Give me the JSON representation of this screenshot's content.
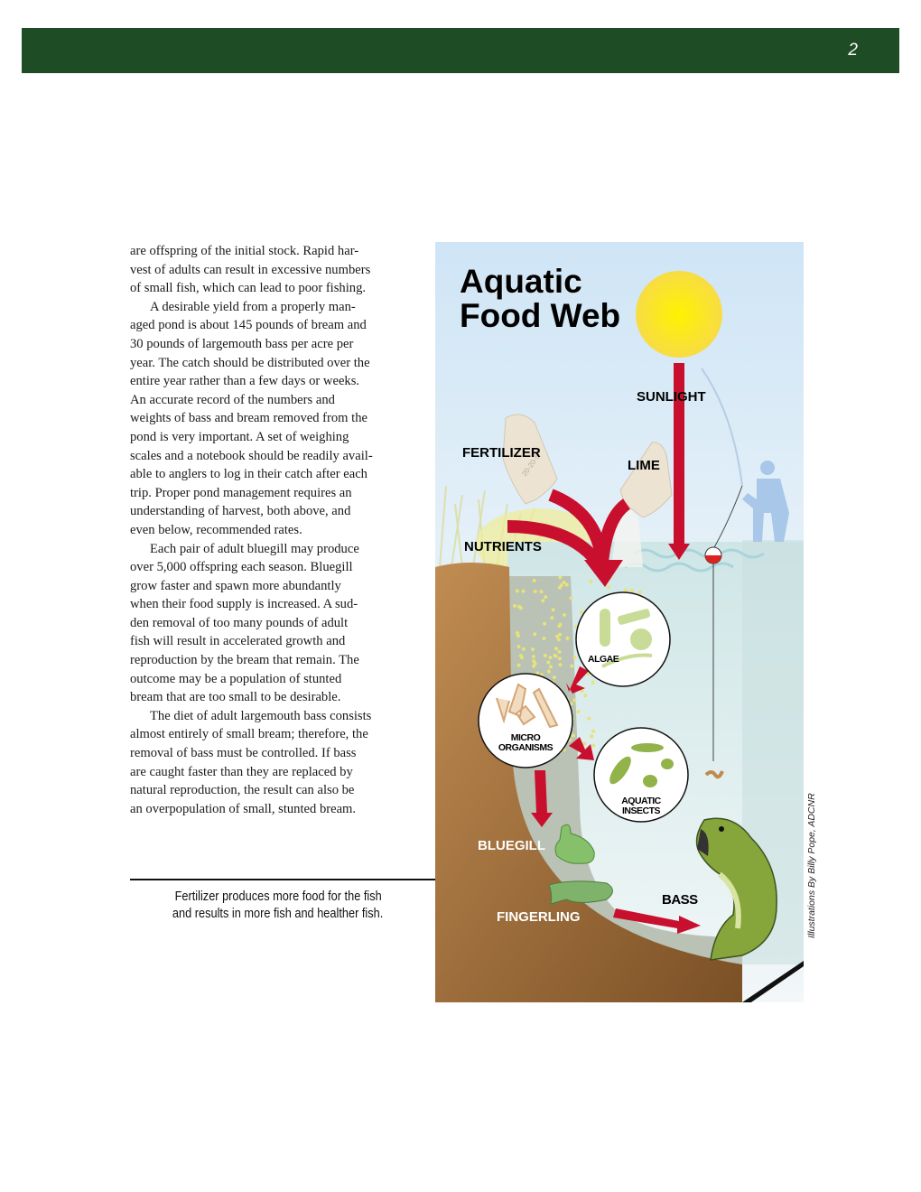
{
  "header": {
    "page_number": "2",
    "bar_color": "#1e4c25"
  },
  "body": {
    "paragraphs": [
      {
        "lines": [
          "are offspring of the initial stock. Rapid har-",
          "vest of adults can result in excessive numbers",
          "of small fish, which can lead to poor fishing."
        ]
      },
      {
        "lines": [
          "A desirable yield from a properly man-",
          "aged pond is about 145 pounds of bream and",
          "30 pounds of largemouth bass per acre per",
          "year. The catch should be distributed over the",
          "entire year rather than a few days or weeks.",
          "An accurate record of the numbers and",
          "weights of bass and bream removed from the",
          "pond is very important. A set of weighing",
          "scales and a notebook should be readily avail-",
          "able to anglers to log in their catch after each",
          "trip. Proper pond management requires an",
          "understanding of harvest, both above, and",
          "even below, recommended rates."
        ]
      },
      {
        "lines": [
          "Each pair of adult bluegill may produce",
          "over 5,000 offspring each season. Bluegill",
          "grow faster and spawn more abundantly",
          "when their food supply is increased. A sud-",
          "den removal of too many pounds of adult",
          "fish will result in accelerated growth and",
          "reproduction by the bream that remain. The",
          "outcome may be a population of stunted",
          "bream that are too small to be desirable."
        ]
      },
      {
        "lines": [
          "The diet of adult largemouth bass consists",
          "almost entirely of small bream; therefore, the",
          "removal of bass must be controlled. If bass",
          "are caught faster than they are replaced by",
          "natural reproduction, the result can also be",
          "an overpopulation of small, stunted bream."
        ]
      }
    ]
  },
  "caption": {
    "lines": [
      "Fertilizer produces more food for the fish",
      "and results in more fish and healther fish."
    ]
  },
  "illustration": {
    "title_line1": "Aquatic",
    "title_line2": "Food Web",
    "labels": {
      "sunlight": "SUNLIGHT",
      "fertilizer": "FERTILIZER",
      "fertilizer_bag": "20-20-5",
      "lime": "LIME",
      "nutrients": "NUTRIENTS",
      "algae": "ALGAE",
      "micro1": "MICRO",
      "micro2": "ORGANISMS",
      "insects1": "AQUATIC",
      "insects2": "INSECTS",
      "bluegill": "BLUEGILL",
      "fingerling": "FINGERLING",
      "bass": "BASS"
    },
    "credit": "Illustrations By Billy Pope, ADCNR",
    "colors": {
      "arrow": "#c8102e",
      "sun": "#f7e33a",
      "soil": "#a8763f",
      "fish": "#7fb24a"
    }
  }
}
